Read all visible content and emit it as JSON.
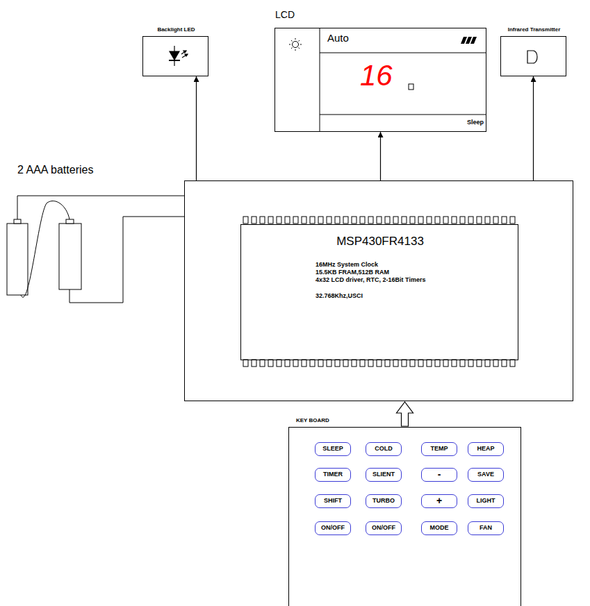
{
  "diagram": {
    "nodes": [
      {
        "text": [
          "Backlight LED"
        ]
      },
      {
        "text": [
          "LCD",
          "Auto",
          "16",
          "Sleep"
        ]
      },
      {
        "text": [
          "Infrared Transmitter"
        ]
      },
      {
        "text": []
      },
      {
        "text": [
          "MSP430FR4133",
          "16MHz System Clock",
          "15.5KB FRAM,512B RAM",
          "4x32 LCD driver, RTC, 2-16Bit Timers",
          "32.768Khz,USCI"
        ],
        "in": 3
      },
      {
        "text": [
          "KEY BOARD"
        ]
      },
      {
        "text": [
          "SLEEP"
        ],
        "in": 5
      },
      {
        "text": [
          "COLD"
        ],
        "in": 5
      },
      {
        "text": [
          "TEMP"
        ],
        "in": 5
      },
      {
        "text": [
          "HEAP"
        ],
        "in": 5
      },
      {
        "text": [
          "TIMER"
        ],
        "in": 5
      },
      {
        "text": [
          "SLIENT"
        ],
        "in": 5
      },
      {
        "text": [
          "-"
        ],
        "in": 5
      },
      {
        "text": [
          "SAVE"
        ],
        "in": 5
      },
      {
        "text": [
          "SHIFT"
        ],
        "in": 5
      },
      {
        "text": [
          "TURBO"
        ],
        "in": 5
      },
      {
        "text": [
          "+"
        ],
        "in": 5
      },
      {
        "text": [
          "LIGHT"
        ],
        "in": 5
      },
      {
        "text": [
          "ON/OFF"
        ],
        "in": 5
      },
      {
        "text": [
          "ON/OFF"
        ],
        "in": 5
      },
      {
        "text": [
          "MODE"
        ],
        "in": 5
      },
      {
        "text": [
          "FAN"
        ],
        "in": 5
      }
    ],
    "edges": [
      {
        "from": 3,
        "to": 0,
        "arrow": "to"
      },
      {
        "from": 3,
        "to": 1,
        "arrow": "to"
      },
      {
        "from": 3,
        "to": 2,
        "arrow": "to"
      },
      {
        "from": 5,
        "to": 3,
        "arrow": "to"
      }
    ],
    "labels": [
      "2 AAA batteries"
    ]
  }
}
